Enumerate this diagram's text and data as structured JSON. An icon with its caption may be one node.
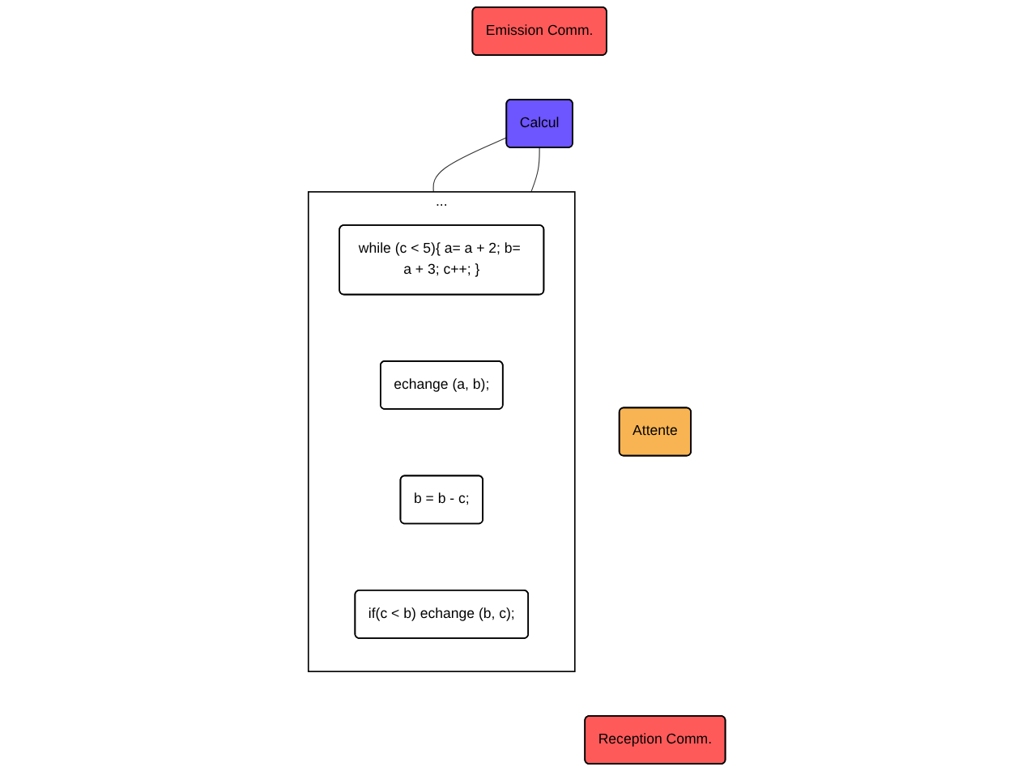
{
  "diagram": {
    "nodes": [
      {
        "text": [
          "Emission Comm."
        ]
      },
      {
        "text": [
          "Calcul"
        ]
      },
      {
        "text": [
          "Attente"
        ]
      },
      {
        "text": [
          "Reception Comm."
        ]
      },
      {
        "text": [
          "..."
        ]
      },
      {
        "text": [
          "while (c < 5){ a= a + 2; b= a + 3; c++; }"
        ],
        "in": 4
      },
      {
        "text": [
          "echange (a, b);"
        ],
        "in": 4
      },
      {
        "text": [
          "b = b - c;"
        ],
        "in": 4
      },
      {
        "text": [
          "if(c < b) echange (b, c);"
        ],
        "in": 4
      }
    ],
    "edges": [
      {
        "from": 1,
        "to": 4,
        "arrow": "none"
      },
      {
        "from": 1,
        "to": 4,
        "arrow": "none"
      }
    ]
  }
}
